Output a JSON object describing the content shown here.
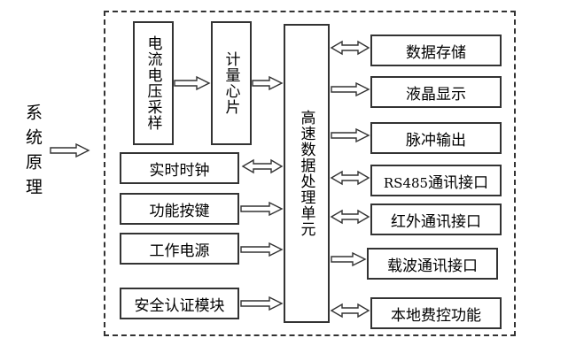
{
  "side_label": "系统原理",
  "nodes": {
    "sampling": "电流电压采样",
    "metering_chip": "计量心片",
    "processor": "高速数据处理单元",
    "rtc": "实时时钟",
    "keys": "功能按键",
    "power": "工作电源",
    "security": "安全认证模块",
    "storage": "数据存储",
    "lcd": "液晶显示",
    "pulse": "脉冲输出",
    "rs485_prefix": "RS485",
    "rs485_suffix": "通讯接口",
    "infrared": "红外通讯接口",
    "carrier": "载波通讯接口",
    "prepay": "本地费控功能"
  }
}
